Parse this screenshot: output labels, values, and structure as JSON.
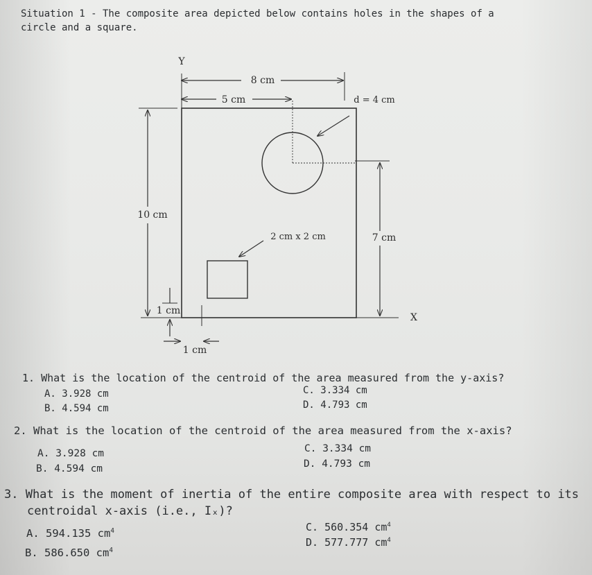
{
  "situation": {
    "line1": "Situation 1 - The composite area depicted below contains holes in the shapes of a",
    "line2": "circle and a square."
  },
  "figure": {
    "y_axis": "Y",
    "x_axis": "X",
    "dim_8cm": "8 cm",
    "dim_5cm": "5 cm",
    "dim_d": "d = 4 cm",
    "dim_10cm": "10 cm",
    "dim_square": "2 cm x 2 cm",
    "dim_7cm": "7 cm",
    "dim_1cm_left": "1 cm",
    "dim_1cm_bottom": "1 cm"
  },
  "questions": [
    {
      "text": "1. What is the location of the centroid of the area measured from the y-axis?",
      "options": [
        "A. 3.928 cm",
        "B. 4.594 cm",
        "C. 3.334 cm",
        "D. 4.793 cm"
      ]
    },
    {
      "text": "2. What is the location of the centroid of the area measured from the x-axis?",
      "options": [
        "A. 3.928 cm",
        "B. 4.594 cm",
        "C. 3.334 cm",
        "D. 4.793 cm"
      ]
    },
    {
      "text_line1": "3. What is the moment of inertia of the entire composite area with respect to its",
      "text_line2": "centroidal x-axis (i.e., Iₓ)?",
      "options": [
        "A. 594.135 cm",
        "B. 586.650 cm",
        "C. 560.354 cm",
        "D. 577.777 cm"
      ],
      "unit_exponent": "4"
    }
  ]
}
